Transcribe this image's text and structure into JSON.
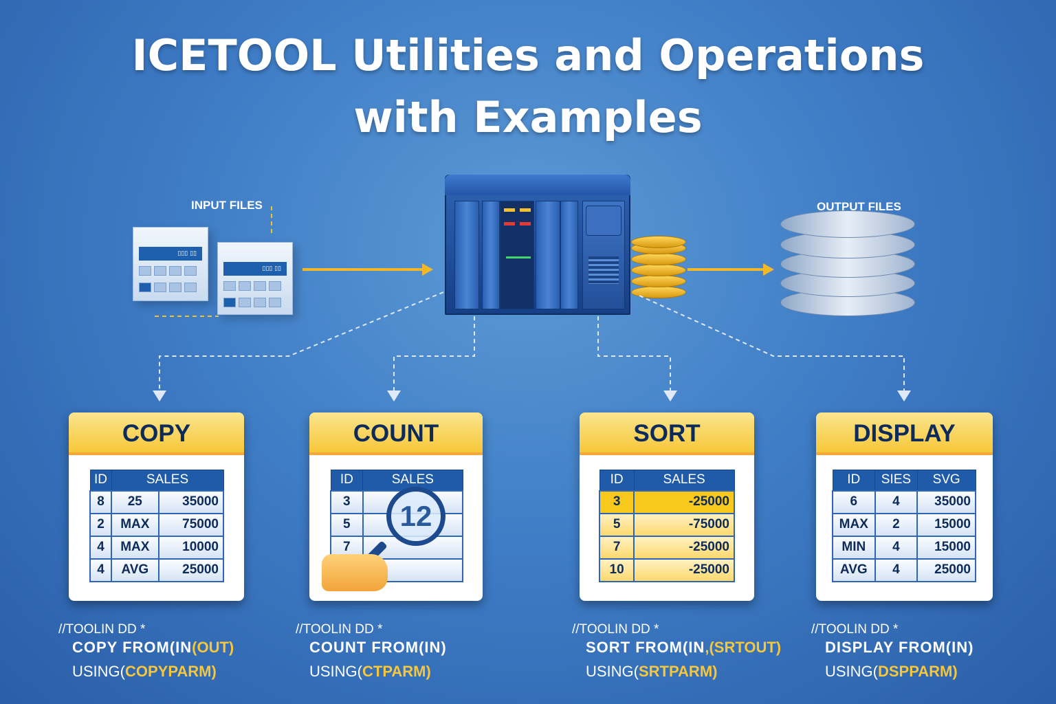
{
  "title_line1": "ICETOOL Utilities and Operations",
  "title_line2": "with Examples",
  "input_files_label": "INPUT FILES",
  "output_files_label": "OUTPUT FILES",
  "colors": {
    "accent": "#f7c739",
    "header_blue": "#1f5ba8",
    "text_dark": "#0d2b5a"
  },
  "cards": [
    {
      "title": "COPY",
      "headers": [
        "ID",
        "SALES"
      ],
      "header_span": [
        1,
        2
      ],
      "rows": [
        [
          "8",
          "25",
          "35000"
        ],
        [
          "2",
          "MAX",
          "75000"
        ],
        [
          "4",
          "MAX",
          "10000"
        ],
        [
          "4",
          "AVG",
          "25000"
        ]
      ],
      "code": {
        "comment": "//TOOLIN DD *",
        "op": "COPY FROM(IN",
        "op_tail": "(OUT)",
        "using": "USING(",
        "parm": "COPYPARM",
        "close": ")"
      }
    },
    {
      "title": "COUNT",
      "headers": [
        "ID",
        "SALES"
      ],
      "header_span": [
        1,
        1
      ],
      "rows": [
        [
          "3",
          ""
        ],
        [
          "5",
          ""
        ],
        [
          "7",
          ""
        ],
        [
          "",
          ""
        ]
      ],
      "magnifier_value": "12",
      "code": {
        "comment": "//TOOLIN DD *",
        "op": "COUNT FROM(IN)",
        "op_tail": "",
        "using": "USING(",
        "parm": "CTPARM",
        "close": ")"
      }
    },
    {
      "title": "SORT",
      "headers": [
        "ID",
        "SALES"
      ],
      "header_span": [
        1,
        1
      ],
      "rows": [
        [
          "3",
          "-25000"
        ],
        [
          "5",
          "-75000"
        ],
        [
          "7",
          "-25000"
        ],
        [
          "10",
          "-25000"
        ]
      ],
      "code": {
        "comment": "//TOOLIN DD *",
        "op": "SORT FROM(IN",
        "op_tail": ",(SRTOUT)",
        "using": "USING(",
        "parm": "SRTPARM",
        "close": ")"
      }
    },
    {
      "title": "DISPLAY",
      "headers": [
        "ID",
        "SIES",
        "SVG"
      ],
      "header_span": [
        1,
        1,
        1
      ],
      "rows": [
        [
          "6",
          "4",
          "35000"
        ],
        [
          "MAX",
          "2",
          "15000"
        ],
        [
          "MIN",
          "4",
          "15000"
        ],
        [
          "AVG",
          "4",
          "25000"
        ]
      ],
      "code": {
        "comment": "//TOOLIN DD *",
        "op": "DISPLAY FROM(IN)",
        "op_tail": "",
        "using": "USING(",
        "parm": "DSPPARM",
        "close": ")"
      }
    }
  ]
}
